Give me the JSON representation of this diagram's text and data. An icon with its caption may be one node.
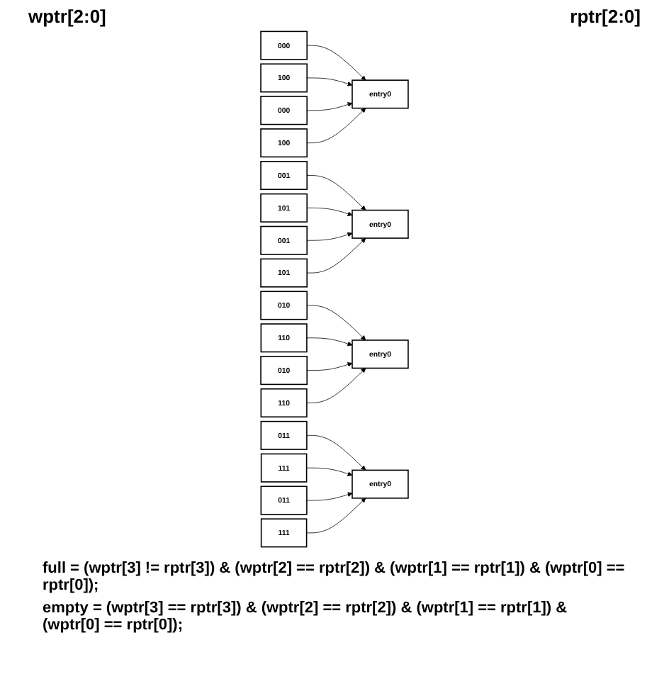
{
  "diagram": {
    "nodes": [
      {
        "text": [
          "000"
        ]
      },
      {
        "text": [
          "001"
        ]
      },
      {
        "text": [
          "010"
        ]
      },
      {
        "text": [
          "011"
        ]
      },
      {
        "text": [
          "100"
        ]
      },
      {
        "text": [
          "101"
        ]
      },
      {
        "text": [
          "110"
        ]
      },
      {
        "text": [
          "111"
        ]
      },
      {
        "text": [
          "entry0"
        ]
      },
      {
        "text": [
          "entry0"
        ]
      },
      {
        "text": [
          "entry0"
        ]
      },
      {
        "text": [
          "entry0"
        ]
      },
      {
        "text": [
          "000"
        ]
      },
      {
        "text": [
          "001"
        ]
      },
      {
        "text": [
          "010"
        ]
      },
      {
        "text": [
          "011"
        ]
      },
      {
        "text": [
          "100"
        ]
      },
      {
        "text": [
          "101"
        ]
      },
      {
        "text": [
          "110"
        ]
      },
      {
        "text": [
          "111"
        ]
      }
    ],
    "edges": [
      {
        "from": 0,
        "to": 8,
        "arrow": "to"
      },
      {
        "from": 1,
        "to": 9,
        "arrow": "to"
      },
      {
        "from": 2,
        "to": 10,
        "arrow": "to"
      },
      {
        "from": 3,
        "to": 11,
        "arrow": "to"
      },
      {
        "from": 4,
        "to": 8,
        "arrow": "to"
      },
      {
        "from": 5,
        "to": 9,
        "arrow": "to"
      },
      {
        "from": 6,
        "to": 10,
        "arrow": "to"
      },
      {
        "from": 7,
        "to": 11,
        "arrow": "to"
      },
      {
        "from": 12,
        "to": 8,
        "arrow": "to"
      },
      {
        "from": 13,
        "to": 9,
        "arrow": "to"
      },
      {
        "from": 14,
        "to": 10,
        "arrow": "to"
      },
      {
        "from": 15,
        "to": 11,
        "arrow": "to"
      },
      {
        "from": 16,
        "to": 8,
        "arrow": "to"
      },
      {
        "from": 17,
        "to": 9,
        "arrow": "to"
      },
      {
        "from": 18,
        "to": 10,
        "arrow": "to"
      },
      {
        "from": 19,
        "to": 11,
        "arrow": "to"
      }
    ],
    "labels": [
      "wptr[2:0]",
      "rptr[2:0]",
      "full = (wptr[3] != rptr[3]) & (wptr[2] == rptr[2]) & (wptr[1] == rptr[1]) & (wptr[0] == rptr[0]);",
      "empty = (wptr[3] == rptr[3]) & (wptr[2] == rptr[2]) & (wptr[1] == rptr[1]) & (wptr[0] == rptr[0]);"
    ]
  }
}
